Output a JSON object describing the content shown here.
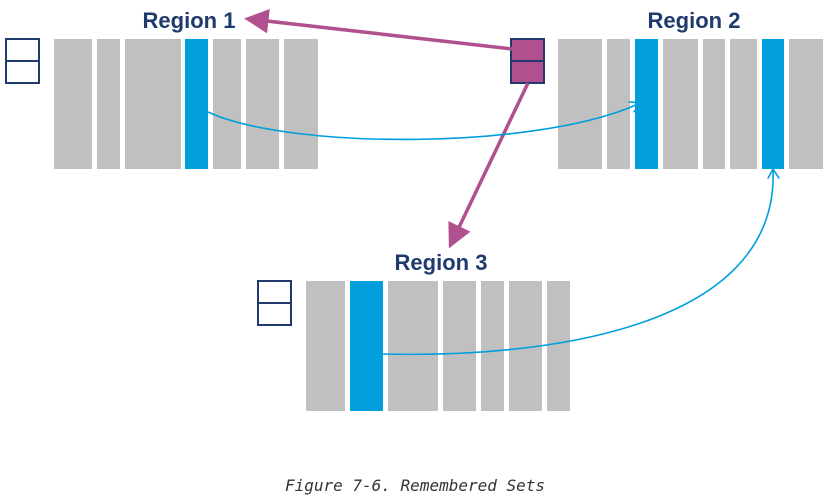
{
  "regions": [
    {
      "label": "Region 1"
    },
    {
      "label": "Region 2"
    },
    {
      "label": "Region 3"
    }
  ],
  "caption": "Figure 7-6. Remembered Sets",
  "colors": {
    "card": "#c0c0c0",
    "highlighted_card": "#009fdb",
    "remembered_set_entry": "#b0508e",
    "remembered_set_border": "#1f3a6d",
    "label": "#1f3a6d",
    "reference_arrow": "#009fdb",
    "remembered_set_arrow": "#b0508e"
  }
}
